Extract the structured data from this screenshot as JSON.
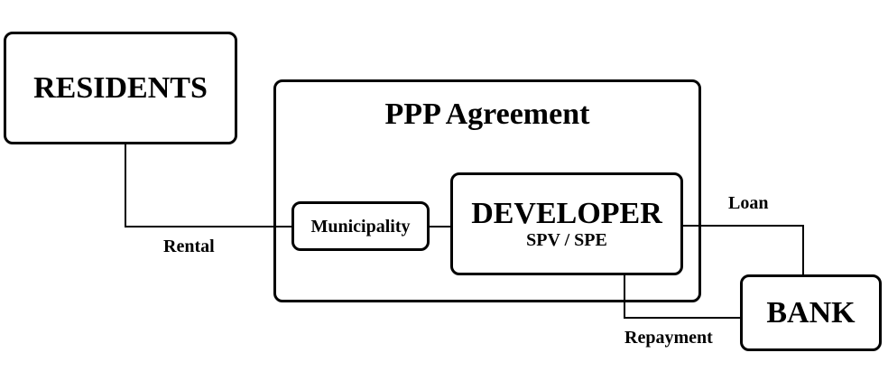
{
  "diagram": {
    "background_color": "#ffffff",
    "line_color": "#000000",
    "text_color": "#000000",
    "nodes": {
      "residents": {
        "label": "RESIDENTS"
      },
      "ppp": {
        "label": "PPP Agreement"
      },
      "municipality": {
        "label": "Municipality"
      },
      "developer": {
        "label": "DEVELOPER",
        "sublabel": "SPV / SPE"
      },
      "bank": {
        "label": "BANK"
      }
    },
    "edges": {
      "rental": {
        "label": "Rental",
        "from": "RESIDENTS",
        "to": "Municipality"
      },
      "loan": {
        "label": "Loan",
        "from": "DEVELOPER",
        "to": "BANK"
      },
      "repayment": {
        "label": "Repayment",
        "from": "DEVELOPER",
        "to": "BANK"
      }
    }
  }
}
